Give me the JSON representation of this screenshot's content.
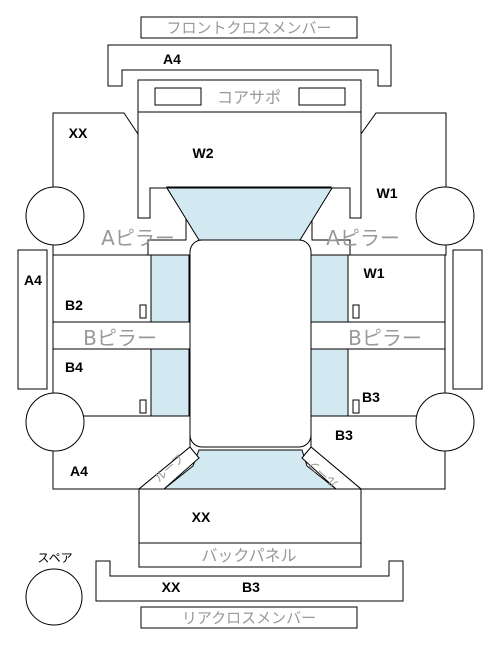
{
  "labels": {
    "front_cross_member": "フロントクロスメンバー",
    "a4_top": "A4",
    "core_support": "コアサポ",
    "xx_top_left": "XX",
    "w2": "W2",
    "w1_top_right": "W1",
    "a_pillar_left": "Aピラー",
    "a_pillar_right": "Aピラー",
    "a4_left": "A4",
    "b2": "B2",
    "w1_right": "W1",
    "b_pillar_left": "Bピラー",
    "b_pillar_right": "Bピラー",
    "b4": "B4",
    "b3_right": "B3",
    "b3_right_lower": "B3",
    "a4_bottom_left": "A4",
    "roof_left": "ルーフ",
    "roof_right": "ルーフ",
    "xx_trunk": "XX",
    "back_panel": "バックパネル",
    "spare": "スペア",
    "xx_rear": "XX",
    "b3_rear": "B3",
    "rear_cross_member": "リアクロスメンバー"
  },
  "colors": {
    "glass": "#d3e9f1",
    "outline": "#000000",
    "part_label": "#999999"
  }
}
